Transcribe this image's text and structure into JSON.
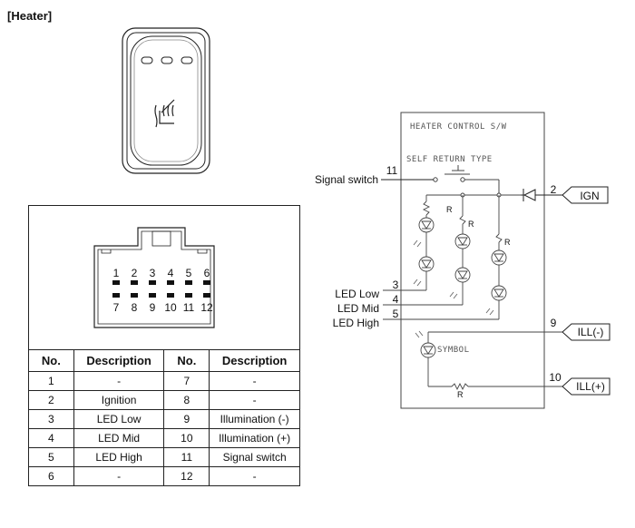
{
  "section_title": "[Heater]",
  "connector": {
    "top_pins": [
      "1",
      "2",
      "3",
      "4",
      "5",
      "6"
    ],
    "bottom_pins": [
      "7",
      "8",
      "9",
      "10",
      "11",
      "12"
    ]
  },
  "table": {
    "headers": [
      "No.",
      "Description",
      "No.",
      "Description"
    ],
    "rows": [
      [
        "1",
        "-",
        "7",
        "-"
      ],
      [
        "2",
        "Ignition",
        "8",
        "-"
      ],
      [
        "3",
        "LED Low",
        "9",
        "Illumination (-)"
      ],
      [
        "4",
        "LED Mid",
        "10",
        "Illumination (+)"
      ],
      [
        "5",
        "LED High",
        "11",
        "Signal switch"
      ],
      [
        "6",
        "-",
        "12",
        "-"
      ]
    ]
  },
  "schematic": {
    "box_title": "HEATER CONTROL S/W",
    "switch_type": "SELF RETURN TYPE",
    "symbol_label": "SYMBOL",
    "resistor_mark": "R",
    "signal_switch": {
      "label": "Signal switch",
      "pin": "11"
    },
    "ign": {
      "label": "IGN",
      "pin": "2"
    },
    "led_low": {
      "label": "LED Low",
      "pin": "3"
    },
    "led_mid": {
      "label": "LED Mid",
      "pin": "4"
    },
    "led_high": {
      "label": "LED High",
      "pin": "5"
    },
    "ill_minus": {
      "label": "ILL(-)",
      "pin": "9"
    },
    "ill_plus": {
      "label": "ILL(+)",
      "pin": "10"
    }
  }
}
